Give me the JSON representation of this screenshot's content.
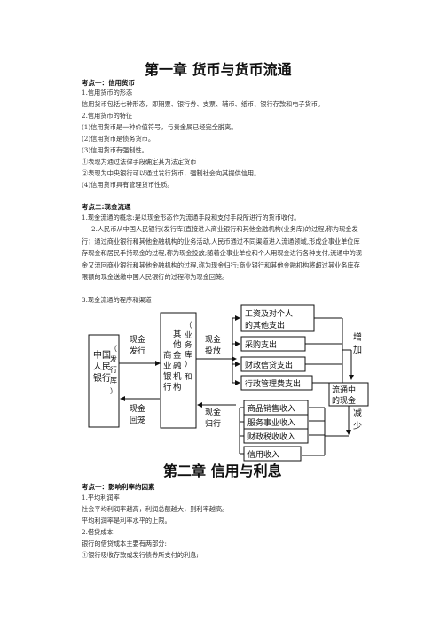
{
  "chapter1": {
    "title": "第一章  货币与货币流通",
    "point1": {
      "heading": "考点一：信用货币",
      "lines": [
        "1.信用货币的形态",
        "信用货币包括七种形态，即期票、银行券、支票、辅币、纸币、银行存款和电子货币。",
        "2.信用货币的特征",
        "(1)信用货币是一种价值符号，与贵金属已经完全脱离。",
        "(2)信用货币是债务货币。",
        "(3)信用货币有强制性。",
        "①表现为通过法律手段确定其为法定货币",
        "②表现为中央银行可以通过发行货币，强制社会向其提供信用。",
        "(4)信用货币具有管理货币性质。"
      ]
    },
    "point2": {
      "heading": "考点二:现金流通",
      "line1": "1.现金流通的概念:是以现金形态作为流通手段和支付手段所进行的货币收付。",
      "para2": "2.人民币从中国人民银行(发行库)直接进入商业银行和其他金融机构(业务库)的过程,称为现金发行；通过商业银行和其他金融机构的业务活动,人民币通过不同渠道进入流通领域,形成企事业单位库存现金和居民手持现金的过程,称为现金投放;随着企事业单位和个人用现金进行各种支付,流通中的现金又流回商业银行和其他金融机构的过程,称为现金归行;商业银行和其他金融机构将超过其业务库存限额的现金送缴中国人民银行的过程称为现金回笼。",
      "line3": "3.现金流通的程序和渠道"
    }
  },
  "diagram": {
    "pboc": [
      "中国",
      "人民",
      "银行"
    ],
    "pboc_vault": [
      "（",
      "发",
      "行",
      "库",
      "）"
    ],
    "issue_label": [
      "现金",
      "发行"
    ],
    "recall_label": [
      "现金",
      "回笼"
    ],
    "bank_cols": [
      [
        "商",
        "业",
        "银",
        "行"
      ],
      [
        "其",
        "他",
        "金",
        "融",
        "机",
        "构"
      ],
      [
        "（",
        "业",
        "务",
        "库",
        "）"
      ],
      [
        "和"
      ]
    ],
    "put_label": [
      "现金",
      "投放"
    ],
    "return_label": [
      "现金",
      "归行"
    ],
    "outflows": [
      "工资及对个人",
      "的其他支出",
      "采购支出",
      "财政信贷支出",
      "行政管理费支出"
    ],
    "inflows": [
      "商品销售收入",
      "服务事业收入",
      "财政税收收入",
      "信用收入"
    ],
    "increase_label": [
      "增",
      "加"
    ],
    "circulation": [
      "流通中",
      "的现金"
    ],
    "decrease_label": [
      "减",
      "少"
    ]
  },
  "chapter2": {
    "title": "第二章   信用与利息",
    "point1": {
      "heading": "考点一：影响利率的因素",
      "lines": [
        "1.平均利润率",
        "社会平均利润率越高，利润总额越大，则利率越高。",
        "平均利润率是利率水平的上限。",
        "2.借贷成本",
        "银行的借贷成本主要有两部分:",
        "①银行吸收存款或发行债券所支付的利息;"
      ]
    }
  }
}
